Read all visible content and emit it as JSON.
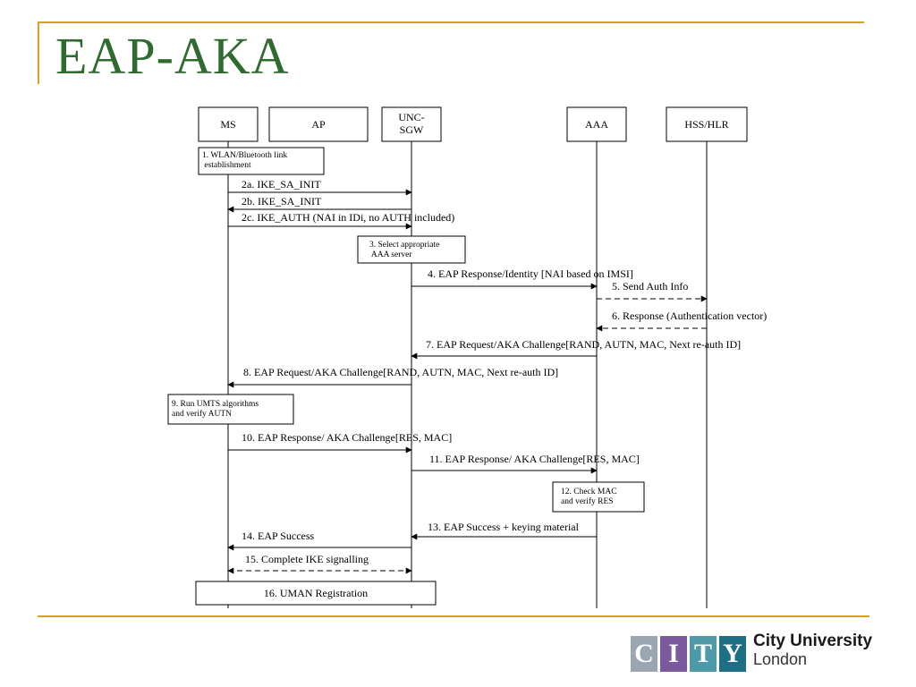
{
  "slide": {
    "title": "EAP-AKA"
  },
  "entities": [
    "MS",
    "AP",
    "UNC-\nSGW",
    "AAA",
    "HSS/HLR"
  ],
  "notes": [
    "1. WLAN/Bluetooth link\n  establishment",
    "3. Select appropriate\n     AAA server",
    "9. Run UMTS algorithms\nand verify AUTN",
    "12. Check MAC\nand verify RES",
    "16. UMAN Registration"
  ],
  "messages": [
    "2a. IKE_SA_INIT",
    "2b. IKE_SA_INIT",
    "2c. IKE_AUTH (NAI in IDi, no AUTH included)",
    "4. EAP Response/Identity [NAI based on IMSI]",
    "5. Send Auth Info",
    "6. Response (Authentication vector)",
    "7. EAP Request/AKA Challenge[RAND, AUTN, MAC, Next re-auth ID]",
    "8. EAP Request/AKA Challenge[RAND, AUTN, MAC, Next re-auth ID]",
    "10. EAP Response/ AKA Challenge[RES, MAC]",
    "11. EAP Response/ AKA Challenge[RES, MAC]",
    "13. EAP Success + keying material",
    "14. EAP Success",
    "15. Complete IKE signalling"
  ],
  "logo": {
    "letters": [
      "C",
      "I",
      "T",
      "Y"
    ],
    "name": "City University",
    "city": "London",
    "colors": [
      "#9aa7b2",
      "#7a5a9c",
      "#4f9aa8",
      "#1e6f86"
    ]
  }
}
